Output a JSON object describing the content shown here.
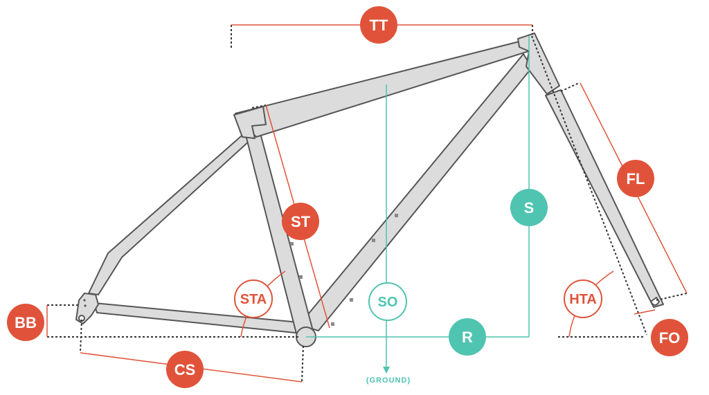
{
  "colors": {
    "red": "#e0533a",
    "teal": "#4fc4b0",
    "frame_fill": "#dcdcdc",
    "frame_stroke": "#555555"
  },
  "labels": {
    "tt": "TT",
    "st": "ST",
    "s": "S",
    "fl": "FL",
    "sta": "STA",
    "so": "SO",
    "hta": "HTA",
    "bb": "BB",
    "r": "R",
    "fo": "FO",
    "cs": "CS",
    "ground": "(GROUND)"
  }
}
